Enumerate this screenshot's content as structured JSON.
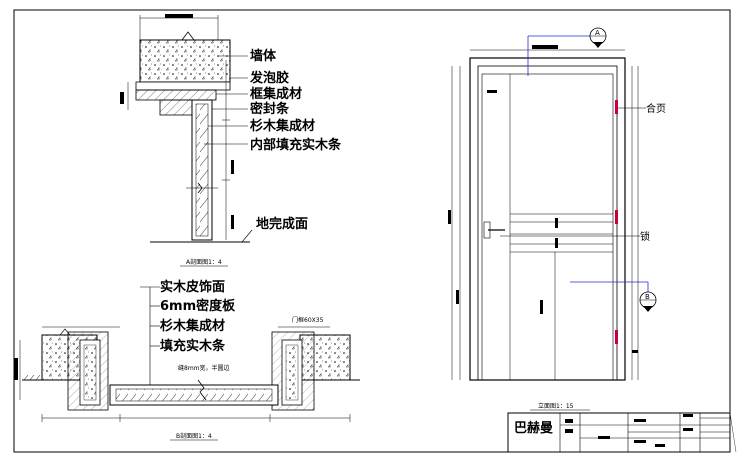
{
  "section_a": {
    "labels": [
      "墙体",
      "发泡胶",
      "框集成材",
      "密封条",
      "杉木集成材",
      "内部填充实木条"
    ],
    "floor_label": "地完成面",
    "caption": "A剖面图1：4"
  },
  "section_b": {
    "labels": [
      "实木皮饰面",
      "6mm密度板",
      "杉木集成材",
      "填充实木条"
    ],
    "gap_note": "缝8mm宽，半圆边",
    "dim_note": "门框60X35",
    "caption": "B剖面图1：4"
  },
  "elevation": {
    "callout_a": "A",
    "callout_b": "B",
    "hinge_label": "合页",
    "lock_label": "锁",
    "caption": "立面图1：15"
  },
  "title_block": {
    "name": "巴赫曼"
  }
}
